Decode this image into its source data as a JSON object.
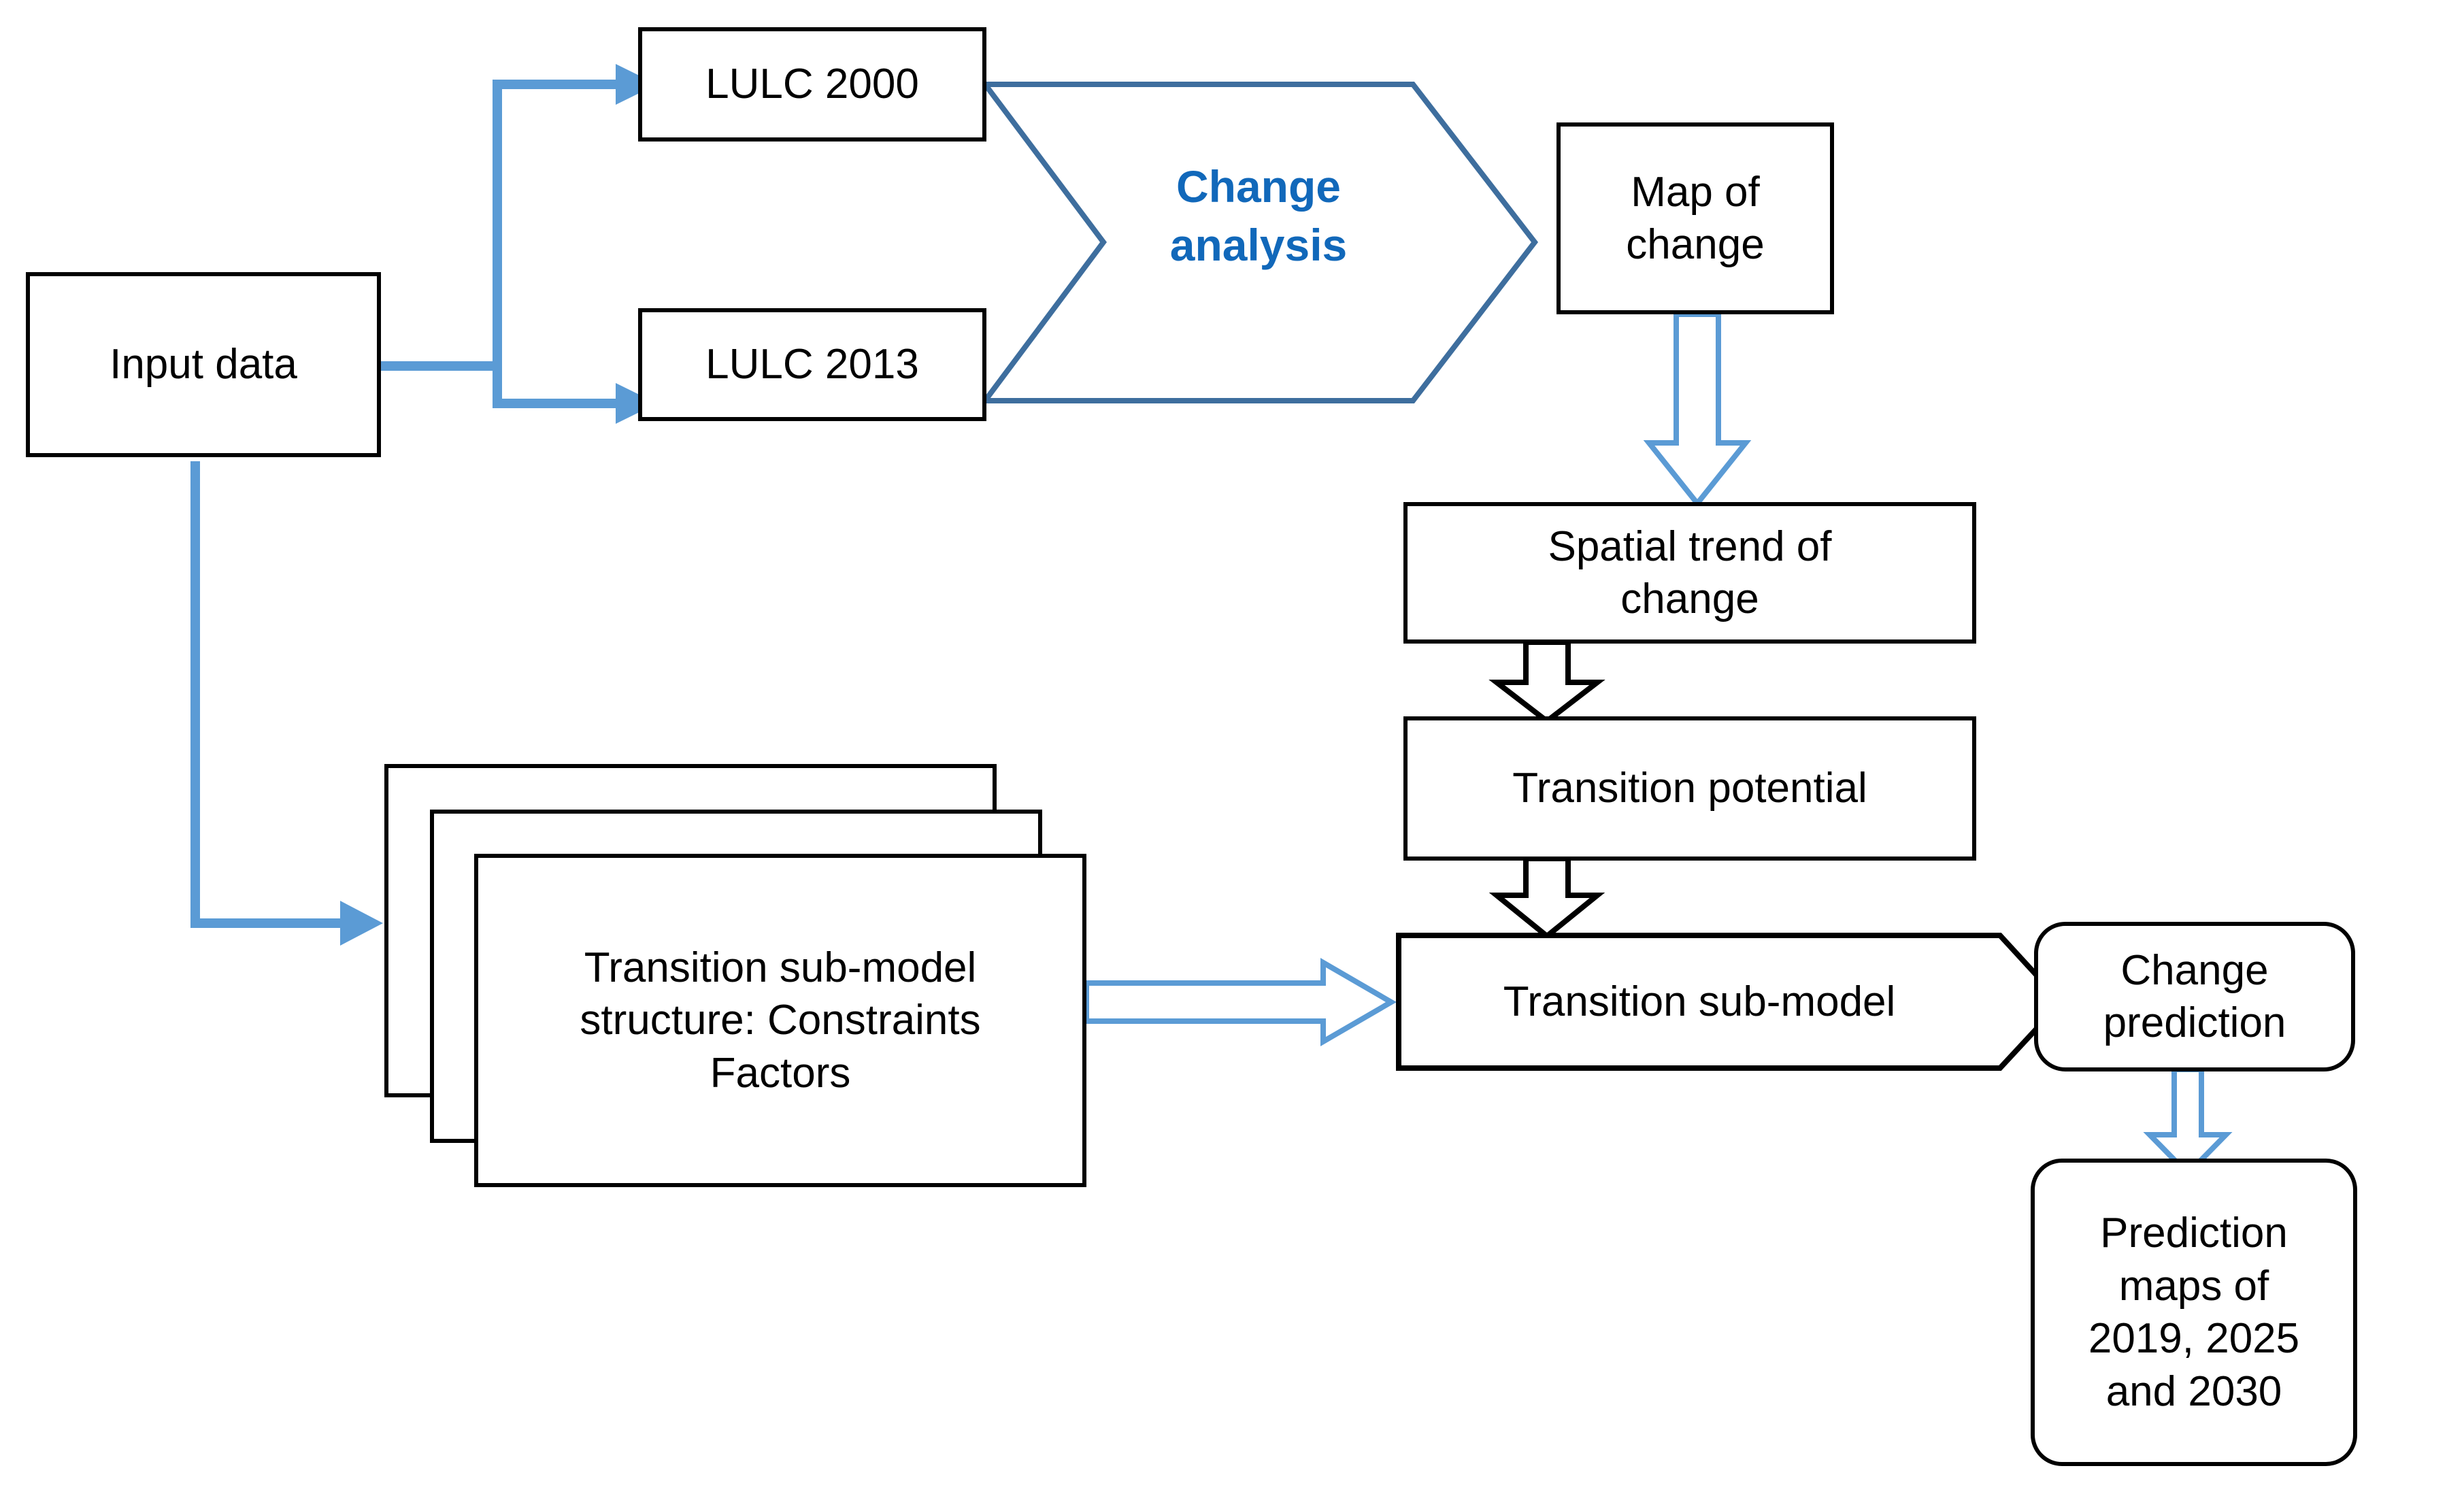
{
  "diagram": {
    "title": "LULC change modelling and prediction workflow",
    "colors": {
      "connector_blue": "#5B9BD5",
      "chevron_outline": "#3E6E9E",
      "chevron_text": "#1168BA",
      "box_outline": "#000000",
      "background": "#FFFFFF"
    },
    "nodes": {
      "input_data": {
        "label": "Input data",
        "shape": "rectangle"
      },
      "lulc_2000": {
        "label": "LULC 2000",
        "shape": "rectangle"
      },
      "lulc_2013": {
        "label": "LULC 2013",
        "shape": "rectangle"
      },
      "change_analysis": {
        "label": "Change\nanalysis",
        "shape": "chevron"
      },
      "map_of_change": {
        "label": "Map of\nchange",
        "shape": "rectangle"
      },
      "spatial_trend": {
        "label": "Spatial trend of\nchange",
        "shape": "rectangle"
      },
      "transition_potential": {
        "label": "Transition potential",
        "shape": "rectangle"
      },
      "transition_submodel": {
        "label": "Transition sub-model",
        "shape": "pentagon"
      },
      "submodel_structure": {
        "label": "Transition sub-model\nstructure: Constraints\nFactors",
        "shape": "stacked-rectangles",
        "stack_count": 3
      },
      "change_prediction": {
        "label": "Change\nprediction",
        "shape": "rounded-rectangle"
      },
      "prediction_maps": {
        "label": "Prediction\nmaps of\n2019, 2025\nand 2030",
        "shape": "rounded-rectangle"
      }
    },
    "edges": [
      {
        "name": "input-to-lulc2000",
        "from": "input_data",
        "to": "lulc_2000",
        "style": "blue-line-arrow"
      },
      {
        "name": "input-to-lulc2013",
        "from": "input_data",
        "to": "lulc_2013",
        "style": "blue-line-arrow"
      },
      {
        "name": "input-to-submodel-structure",
        "from": "input_data",
        "to": "submodel_structure",
        "style": "blue-line-arrow"
      },
      {
        "name": "lulc2000-to-change-analysis",
        "from": "lulc_2000",
        "to": "change_analysis",
        "style": "chevron-edge"
      },
      {
        "name": "lulc2013-to-change-analysis",
        "from": "lulc_2013",
        "to": "change_analysis",
        "style": "chevron-edge"
      },
      {
        "name": "change-analysis-to-map-of-change",
        "from": "change_analysis",
        "to": "map_of_change",
        "style": "chevron-edge"
      },
      {
        "name": "map-to-spatial-trend",
        "from": "map_of_change",
        "to": "spatial_trend",
        "style": "blue-block-arrow-down"
      },
      {
        "name": "spatial-trend-to-potential",
        "from": "spatial_trend",
        "to": "transition_potential",
        "style": "black-block-arrow-down"
      },
      {
        "name": "potential-to-submodel",
        "from": "transition_potential",
        "to": "transition_submodel",
        "style": "black-block-arrow-down"
      },
      {
        "name": "structure-to-submodel",
        "from": "submodel_structure",
        "to": "transition_submodel",
        "style": "blue-block-arrow-right"
      },
      {
        "name": "submodel-to-change-prediction",
        "from": "transition_submodel",
        "to": "change_prediction",
        "style": "pentagon-adjacency"
      },
      {
        "name": "change-prediction-to-maps",
        "from": "change_prediction",
        "to": "prediction_maps",
        "style": "blue-block-arrow-down"
      }
    ]
  }
}
